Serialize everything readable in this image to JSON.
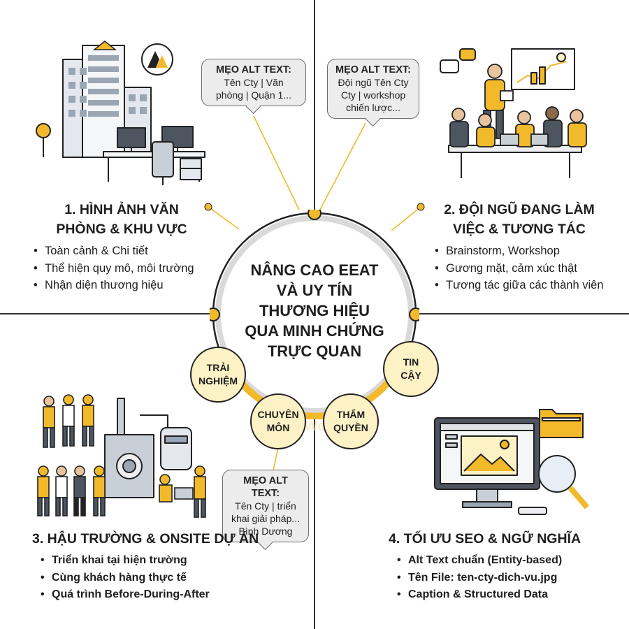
{
  "center": {
    "title_lines": [
      "NÂNG CAO EEAT",
      "VÀ UY TÍN",
      "THƯƠNG HIỆU",
      "QUA MINH CHỨNG",
      "TRỰC QUAN"
    ],
    "pillars": [
      {
        "lines": [
          "TRẢI",
          "NGHIỆM"
        ]
      },
      {
        "lines": [
          "CHUYÊN",
          "MÔN"
        ]
      },
      {
        "lines": [
          "THẨM",
          "QUYỀN"
        ]
      },
      {
        "lines": [
          "TIN",
          "CẬY"
        ]
      }
    ]
  },
  "watermark": {
    "text": "LIGHT",
    "subtext": "Nhon Web Đẹp"
  },
  "tips": [
    {
      "head": "MẸO ALT TEXT:",
      "lines": [
        "Tên Cty | Văn",
        "phòng | Quận 1..."
      ]
    },
    {
      "head": "MẸO ALT TEXT:",
      "lines": [
        "Đội ngũ Tên Cty",
        "Cty | workshop",
        "chiến lược..."
      ]
    },
    {
      "head": "MẸO ALT TEXT:",
      "lines": [
        "Tên Cty | triển",
        "khai giải pháp...",
        "Bình Dương"
      ]
    }
  ],
  "quadrants": [
    {
      "title_lines": [
        "1. HÌNH ẢNH VĂN",
        "PHÒNG & KHU VỰC"
      ],
      "items": [
        "Toàn cảnh & Chi tiết",
        "Thể hiện quy mô, môi trường",
        "Nhận diện thương hiệu"
      ]
    },
    {
      "title_lines": [
        "2. ĐỘI NGŨ ĐANG LÀM",
        "VIỆC & TƯƠNG TÁC"
      ],
      "items": [
        "Brainstorm, Workshop",
        "Gương mặt, cảm xúc thật",
        "Tương tác giữa các thành viên"
      ]
    },
    {
      "title_lines": [
        "3. HẬU TRƯỜNG & ONSITE DỰ ÁN"
      ],
      "items": [
        "Triển khai tại hiện trường",
        "Cùng khách hàng thực tế",
        "Quá trình Before-During-After"
      ]
    },
    {
      "title_lines": [
        "4. TỐI ƯU SEO & NGỮ NGHĨA"
      ],
      "items": [
        "Alt Text chuẩn (Entity-based)",
        "Tên File: ten-cty-dich-vu.jpg",
        "Caption & Structured Data"
      ]
    }
  ],
  "colors": {
    "accent": "#f2b92b",
    "pillar_fill": "#fdf1c6",
    "tip_fill": "#ececec",
    "ink": "#222222"
  },
  "icons": [
    "office-building-icon",
    "company-logo-icon",
    "team-meeting-icon",
    "factory-icon",
    "workers-icon",
    "monitor-image-icon",
    "folder-icon",
    "magnifier-icon"
  ]
}
